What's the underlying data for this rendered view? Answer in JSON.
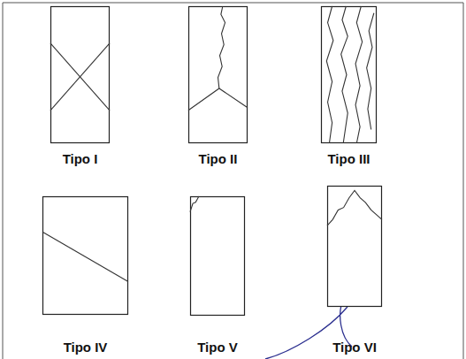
{
  "diagram": {
    "nodes": [
      {
        "text": [
          "Tipo I"
        ]
      },
      {
        "text": [
          "Tipo II"
        ]
      },
      {
        "text": [
          "Tipo III"
        ]
      },
      {
        "text": [
          "Tipo IV"
        ]
      },
      {
        "text": [
          "Tipo V"
        ]
      },
      {
        "text": [
          "Tipo VI"
        ]
      }
    ]
  }
}
